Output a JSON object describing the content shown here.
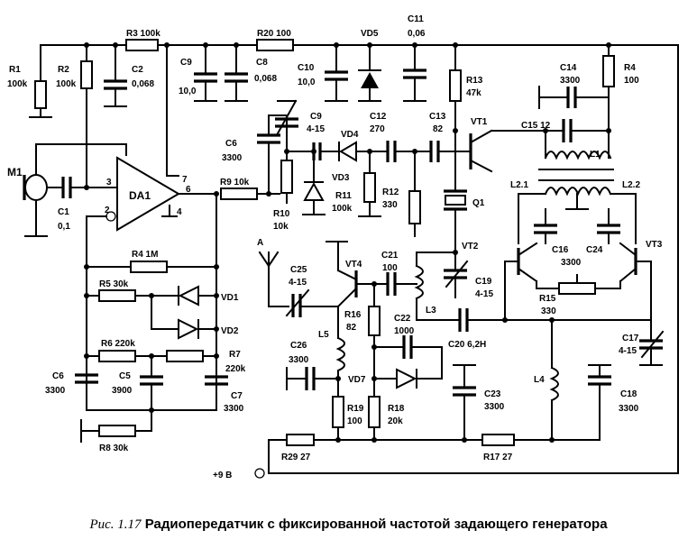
{
  "caption": {
    "prefix": "Рис. 1.17",
    "text": "Радиопередатчик с фиксированной частотой задающего генератора"
  },
  "labels": {
    "r3": "R3 100k",
    "r20": "R20 100",
    "vd5": "VD5",
    "c11a": "C11",
    "c11b": "0,06",
    "r1a": "R1",
    "r1b": "100k",
    "r2a": "R2",
    "r2b": "100k",
    "c2a": "C2",
    "c2b": "0,068",
    "c9a": "C9",
    "c9b": "10,0",
    "c8a": "C8",
    "c8b": "0,068",
    "c10a": "C10",
    "c10b": "10,0",
    "r13a": "R13",
    "r13b": "47k",
    "c14a": "C14",
    "c14b": "3300",
    "r4a": "R4",
    "r4b": "100",
    "c9ta": "C9",
    "c9tb": "4-15",
    "c12a": "C12",
    "c12b": "270",
    "c13a": "C13",
    "c13b": "82",
    "vt1": "VT1",
    "c15": "C15 12",
    "l1": "L1",
    "c6ta": "C6",
    "c6tb": "3300",
    "vd4": "VD4",
    "vd3": "VD3",
    "m1": "M1",
    "pin3": "3",
    "pin7": "7",
    "pin6": "6",
    "pin2": "2",
    "pin4": "4",
    "da1": "DA1",
    "r9": "R9 10k",
    "r10a": "R10",
    "r10b": "10k",
    "r11a": "R11",
    "r11b": "100k",
    "r12a": "R12",
    "r12b": "330",
    "q1": "Q1",
    "l21": "L2.1",
    "l22": "L2.2",
    "c1a": "C1",
    "c1b": "0,1",
    "r41m": "R4 1M",
    "ant": "A",
    "vt4": "VT4",
    "vt2": "VT2",
    "vt3": "VT3",
    "c21a": "C21",
    "c21b": "100",
    "c25a": "C25",
    "c25b": "4-15",
    "c19a": "C19",
    "c19b": "4-15",
    "c16a": "C16",
    "c16b": "3300",
    "c24": "C24",
    "r15a": "R15",
    "r15b": "330",
    "r5": "R5 30k",
    "vd1": "VD1",
    "vd2": "VD2",
    "r16a": "R16",
    "r16b": "82",
    "c22a": "C22",
    "c22b": "1000",
    "l3": "L3",
    "c20": "C20 6,2H",
    "l5": "L5",
    "r6": "R6 220k",
    "r7a": "R7",
    "r7b": "220k",
    "c26a": "C26",
    "c26b": "3300",
    "c17a": "C17",
    "c17b": "4-15",
    "c6a": "C6",
    "c6b": "3300",
    "c5a": "C5",
    "c5b": "3900",
    "c7a": "C7",
    "c7b": "3300",
    "vd7": "VD7",
    "l4": "L4",
    "c23a": "C23",
    "c23b": "3300",
    "c18a": "C18",
    "c18b": "3300",
    "r19a": "R19",
    "r19b": "100",
    "r18a": "R18",
    "r18b": "20k",
    "r8": "R8 30k",
    "r29": "R29 27",
    "r17": "R17 27",
    "supply": "+9 B"
  }
}
